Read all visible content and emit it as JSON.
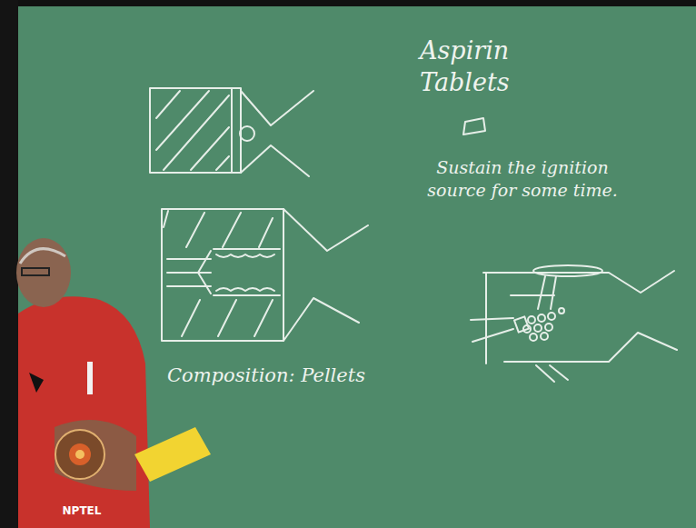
{
  "diagram": {
    "labels": [
      "Aspirin Tablets",
      "Sustain the ignition source for some time.",
      "Composition: Pellets",
      "NPTEL"
    ]
  }
}
